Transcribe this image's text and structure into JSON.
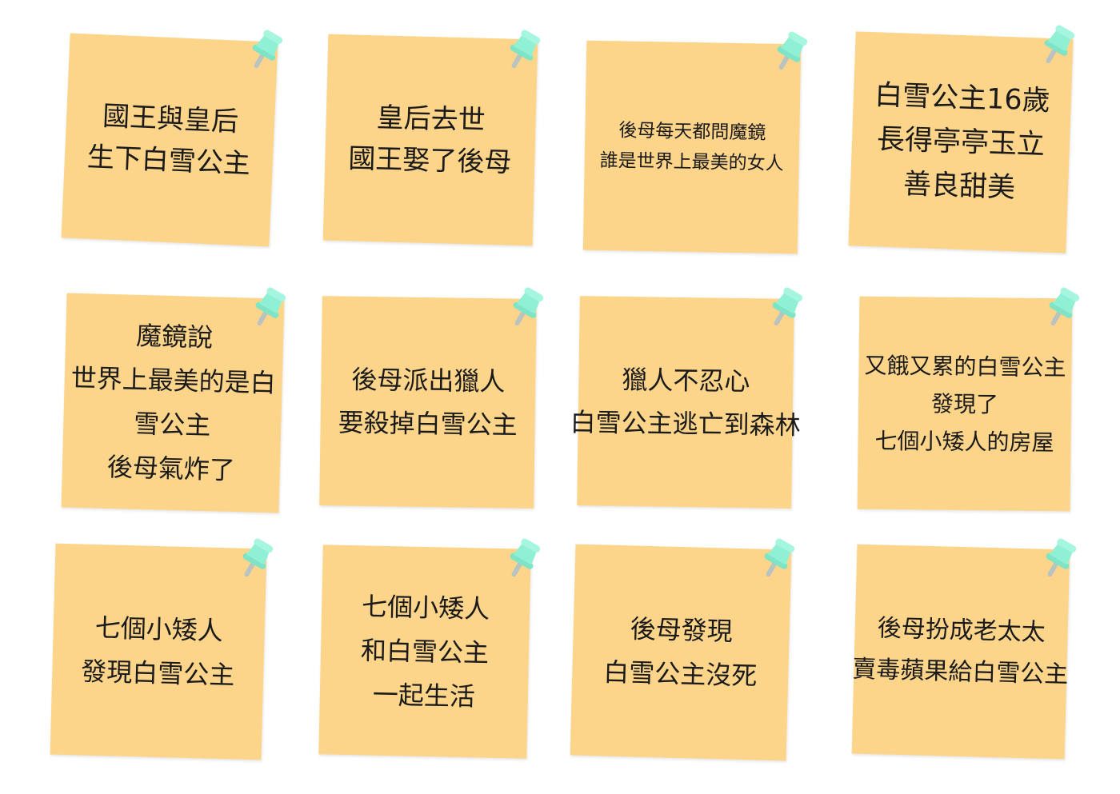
{
  "notes": [
    {
      "line1": "國王與皇后",
      "line2": "生下白雪公主"
    },
    {
      "line1": "皇后去世",
      "line2": "國王娶了後母"
    },
    {
      "line1": "後母每天都問魔鏡",
      "line2": "誰是世界上最美的女人"
    },
    {
      "line1": "白雪公主16歲",
      "line2": "長得亭亭玉立",
      "line3": "善良甜美"
    },
    {
      "line1": "魔鏡說",
      "line2": "世界上最美的是白",
      "line3": "雪公主",
      "line4": "後母氣炸了"
    },
    {
      "line1": "後母派出獵人",
      "line2": "要殺掉白雪公主"
    },
    {
      "line1": "獵人不忍心",
      "line2": "白雪公主逃亡到森林"
    },
    {
      "line1": "又餓又累的白雪公主",
      "line2": "發現了",
      "line3": "七個小矮人的房屋"
    },
    {
      "line1": "七個小矮人",
      "line2": "發現白雪公主"
    },
    {
      "line1": "七個小矮人",
      "line2": "和白雪公主",
      "line3": "一起生活"
    },
    {
      "line1": "後母發現",
      "line2": "白雪公主沒死"
    },
    {
      "line1": "後母扮成老太太",
      "line2": "賣毒蘋果給白雪公主"
    }
  ],
  "colors": {
    "note": "#fdd58a",
    "pin_head": "#8ff0d4",
    "pin_needle": "#b9c4c1",
    "text": "#1a1a1a"
  },
  "icons": {
    "pin": "pushpin-icon"
  }
}
